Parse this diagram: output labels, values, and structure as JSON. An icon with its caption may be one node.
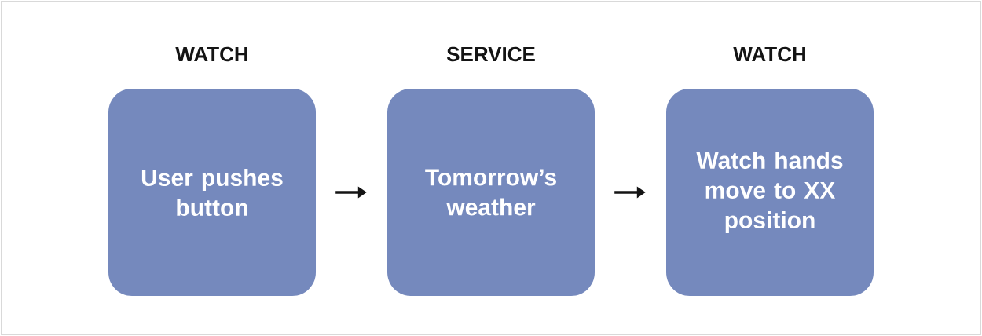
{
  "diagram": {
    "nodes": [
      {
        "text": [
          "WATCH",
          "User pushes button"
        ]
      },
      {
        "text": [
          "SERVICE",
          "Tomorrow’s weather"
        ]
      },
      {
        "text": [
          "WATCH",
          "Watch hands move to XX position"
        ]
      }
    ],
    "edges": [
      {
        "from": 0,
        "to": 1,
        "arrow": "to"
      },
      {
        "from": 1,
        "to": 2,
        "arrow": "to"
      }
    ]
  }
}
